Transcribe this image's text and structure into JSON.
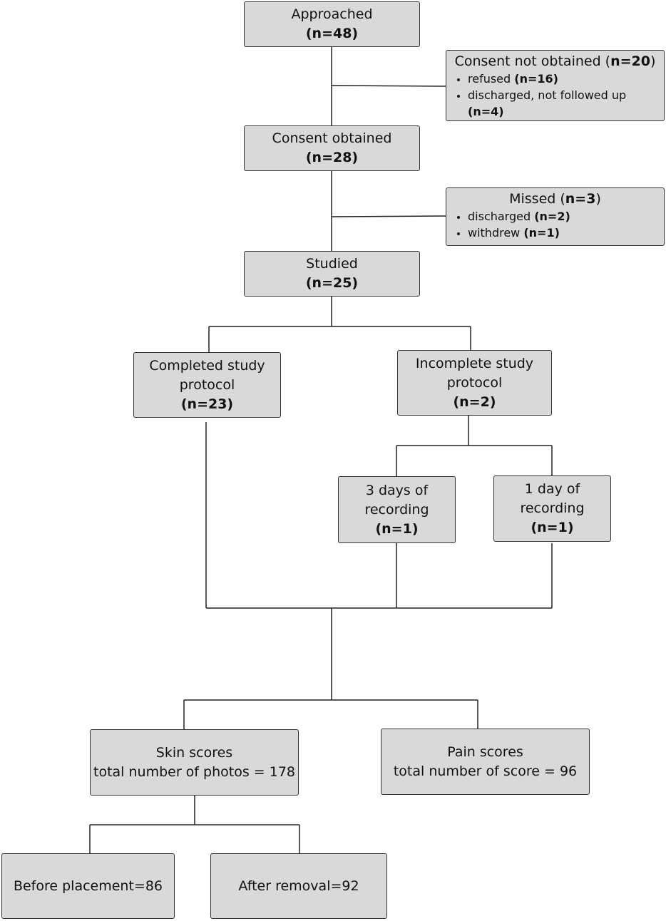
{
  "approached": {
    "label": "Approached",
    "n": "(n=48)"
  },
  "consent_not_obtained": {
    "label": "Consent not obtained (",
    "n": "n=20",
    "close": ")",
    "items": [
      {
        "label": "refused ",
        "n": "(n=16)"
      },
      {
        "label": "discharged, not followed up",
        "n": "(n=4)"
      }
    ]
  },
  "consent_obtained": {
    "label": "Consent obtained",
    "n": "(n=28)"
  },
  "missed": {
    "label": "Missed (",
    "n": "n=3",
    "close": ")",
    "items": [
      {
        "label": "discharged ",
        "n": "(n=2)"
      },
      {
        "label": "withdrew ",
        "n": "(n=1)"
      }
    ]
  },
  "studied": {
    "label": "Studied",
    "n": "(n=25)"
  },
  "completed": {
    "line1": "Completed study",
    "line2": "protocol",
    "n": "(n=23)"
  },
  "incomplete": {
    "line1": "Incomplete study",
    "line2": "protocol",
    "n": "(n=2)"
  },
  "three_days": {
    "line1": "3 days of",
    "line2": "recording",
    "n": "(n=1)"
  },
  "one_day": {
    "line1": "1 day of",
    "line2": "recording",
    "n": "(n=1)"
  },
  "skin_scores": {
    "line1": "Skin scores",
    "line2": "total number of photos = 178"
  },
  "pain_scores": {
    "line1": "Pain scores",
    "line2": "total number of score = 96"
  },
  "before_placement": {
    "label": "Before placement=86"
  },
  "after_removal": {
    "label": "After removal=92"
  }
}
